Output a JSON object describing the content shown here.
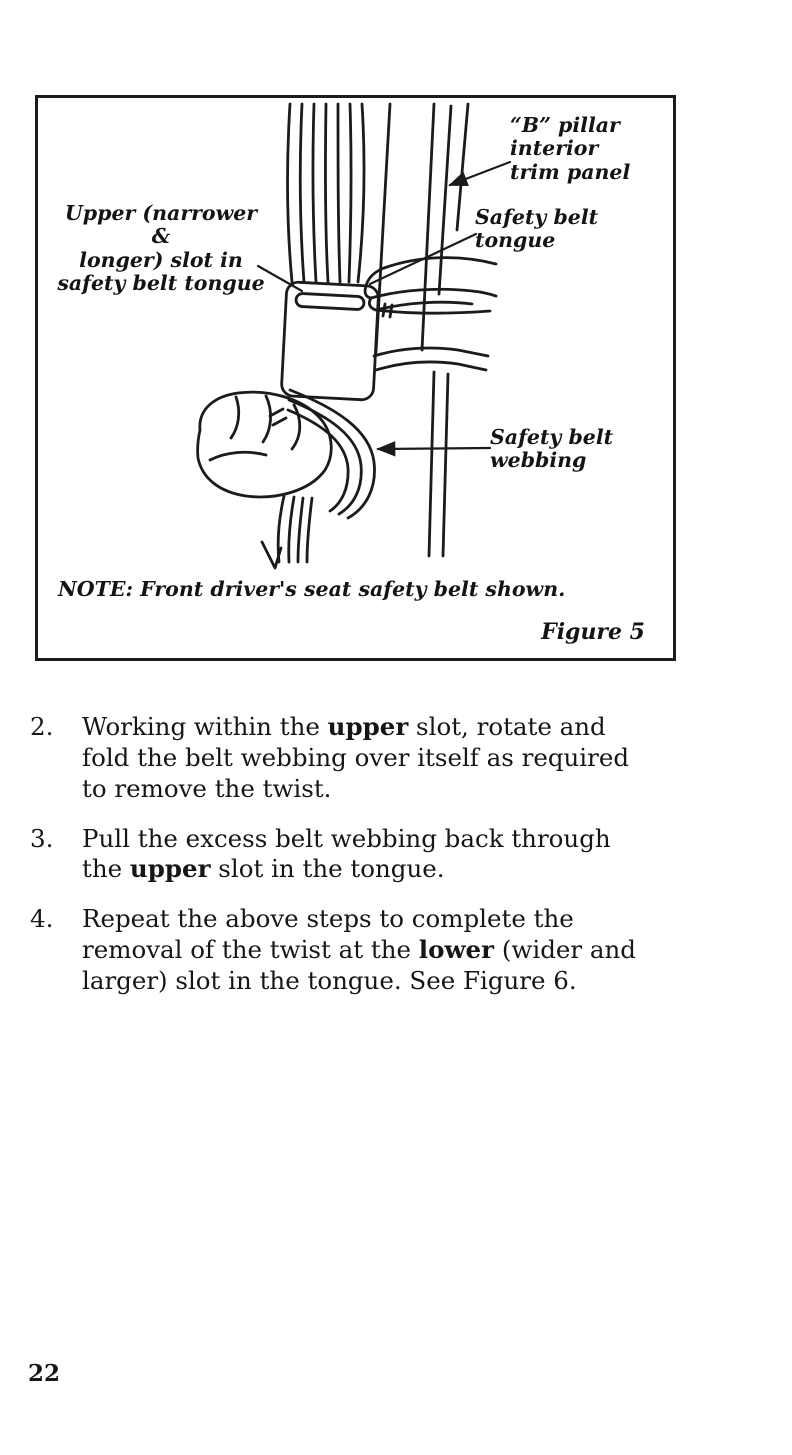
{
  "page_number": "22",
  "figure": {
    "caption": "Figure 5",
    "note": "NOTE: Front driver's seat safety belt shown.",
    "labels": {
      "b_pillar": "“B” pillar\ninterior\ntrim panel",
      "tongue": "Safety belt\ntongue",
      "upper_slot": "Upper (narrower &\nlonger) slot in\nsafety belt tongue",
      "webbing": "Safety belt\nwebbing"
    }
  },
  "steps": [
    {
      "num": "2.",
      "pre": "Working within the ",
      "bold": "upper",
      "post": " slot, rotate and\nfold the belt webbing over itself as required\nto remove the twist."
    },
    {
      "num": "3.",
      "pre": "Pull the excess belt webbing back through\nthe ",
      "bold": "upper",
      "post": " slot in the tongue."
    },
    {
      "num": "4.",
      "pre": "Repeat the above steps to complete the\nremoval of the twist at the ",
      "bold": "lower",
      "post": " (wider and\nlarger) slot in the tongue. See Figure 6."
    }
  ],
  "colors": {
    "ink": "#1b1b1b",
    "paper": "#ffffff"
  }
}
